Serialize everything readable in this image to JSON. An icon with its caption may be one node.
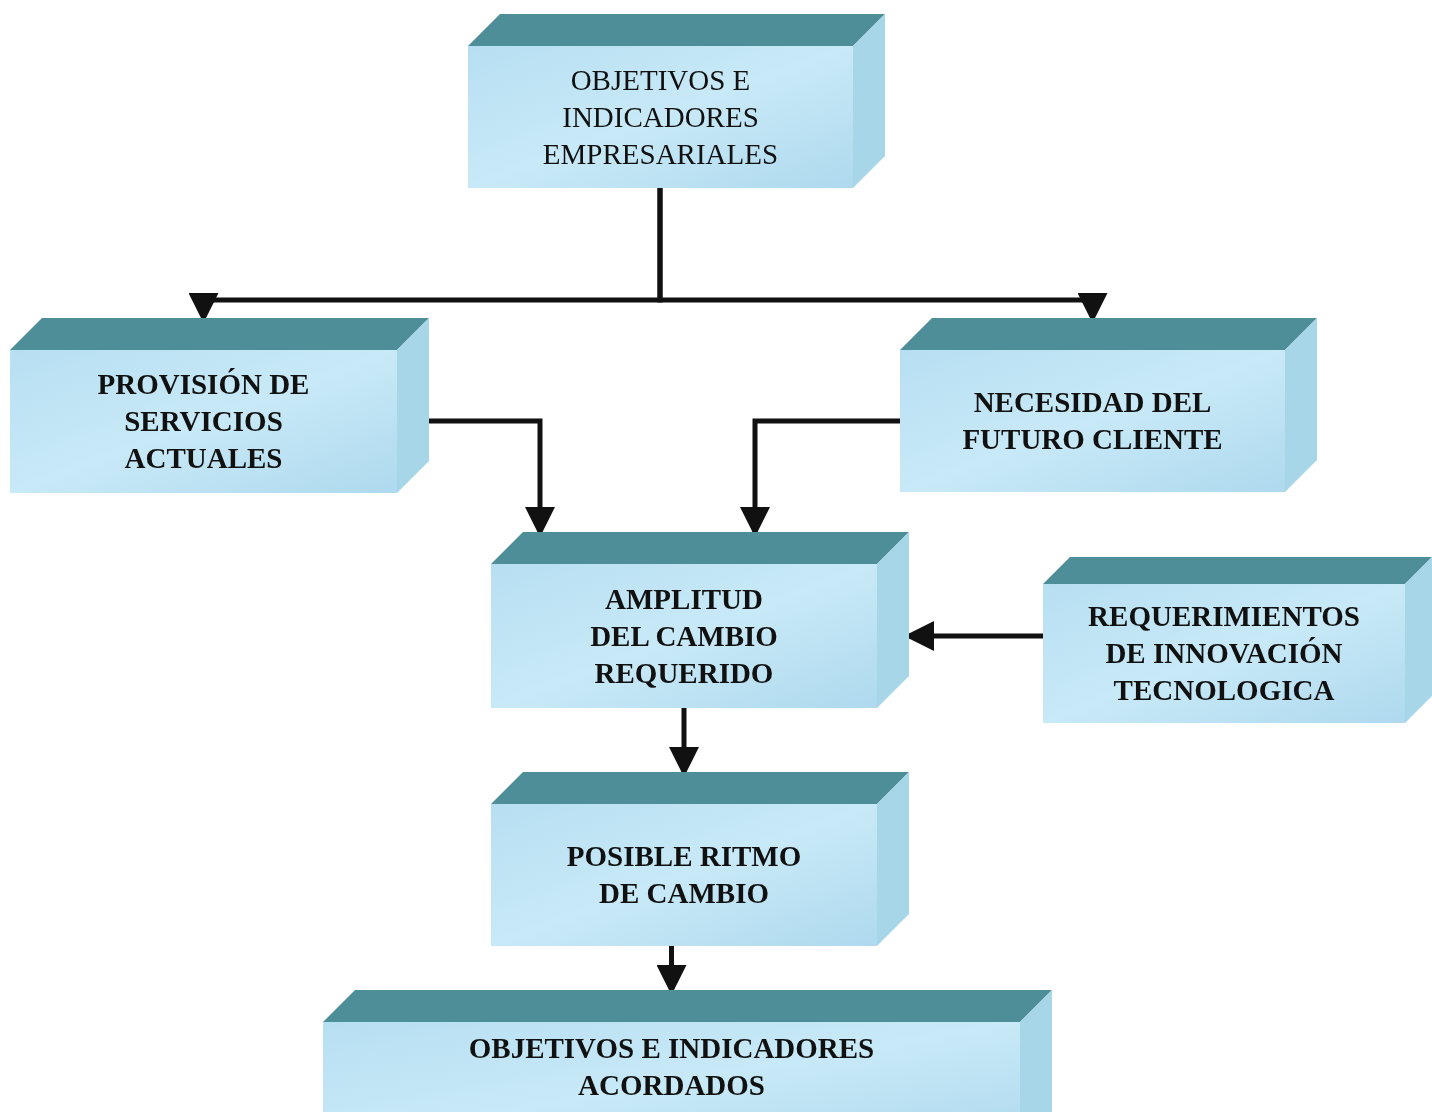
{
  "diagram": {
    "nodes": [
      {
        "text": [
          "OBJETIVOS E INDICADORES EMPRESARIALES"
        ]
      },
      {
        "text": [
          "PROVISIÓN DE SERVICIOS ACTUALES"
        ]
      },
      {
        "text": [
          "NECESIDAD DEL FUTURO CLIENTE"
        ]
      },
      {
        "text": [
          "AMPLITUD DEL CAMBIO REQUERIDO"
        ]
      },
      {
        "text": [
          "REQUERIMIENTOS DE INNOVACIÓN TECNOLOGICA"
        ]
      },
      {
        "text": [
          "POSIBLE RITMO DE CAMBIO"
        ]
      },
      {
        "text": [
          "OBJETIVOS E INDICADORES ACORDADOS"
        ]
      }
    ],
    "edges": [
      {
        "from": 0,
        "to": 1,
        "arrow": "to"
      },
      {
        "from": 0,
        "to": 2,
        "arrow": "to"
      },
      {
        "from": 1,
        "to": 3,
        "arrow": "to"
      },
      {
        "from": 2,
        "to": 3,
        "arrow": "to"
      },
      {
        "from": 4,
        "to": 3,
        "arrow": "to"
      },
      {
        "from": 3,
        "to": 5,
        "arrow": "to"
      },
      {
        "from": 5,
        "to": 6,
        "arrow": "to"
      }
    ]
  }
}
